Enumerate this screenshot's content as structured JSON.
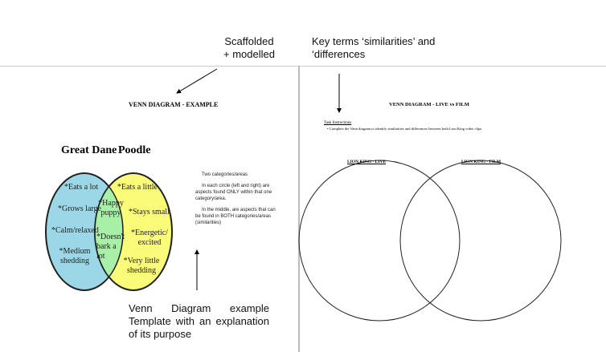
{
  "annotations": {
    "scaffolded": "Scaffolded\n+ modelled",
    "key_terms": "Key terms ‘similarities’ and ‘differences",
    "template": "Venn Diagram example Template with an explanation of its purpose"
  },
  "left_slide": {
    "title": "VENN DIAGRAM - EXAMPLE",
    "label_left": "Great Dane",
    "label_right": "Poodle",
    "left_items": [
      "*Eats a lot",
      "*Grows large",
      "*Calm/relaxed",
      "*Medium shedding"
    ],
    "middle_items": [
      "*Happy puppy",
      "*Doesn't bark a lot"
    ],
    "right_items": [
      "*Eats a little",
      "*Stays small",
      "*Energetic/ excited",
      "*Very little shedding"
    ],
    "explanation": [
      "Two categories/areas",
      "In each circle (left and right) are aspects found ONLY within that one category/area.",
      "In the middle, are aspects that can be found in BOTH categories/areas (similarities)"
    ],
    "colors": {
      "left": "#9bd7e6",
      "right": "#fbfb7a",
      "overlap": "#a8f0a8"
    }
  },
  "right_slide": {
    "title": "VENN DIAGRAM - LIVE vs FILM",
    "task_heading": "Task Instructions",
    "task_text": "Complete the Venn diagram to identify similarities and differences between both Lion King video clips",
    "label_left": "LION KING - LIVE",
    "label_right": "LION KING - FILM"
  }
}
